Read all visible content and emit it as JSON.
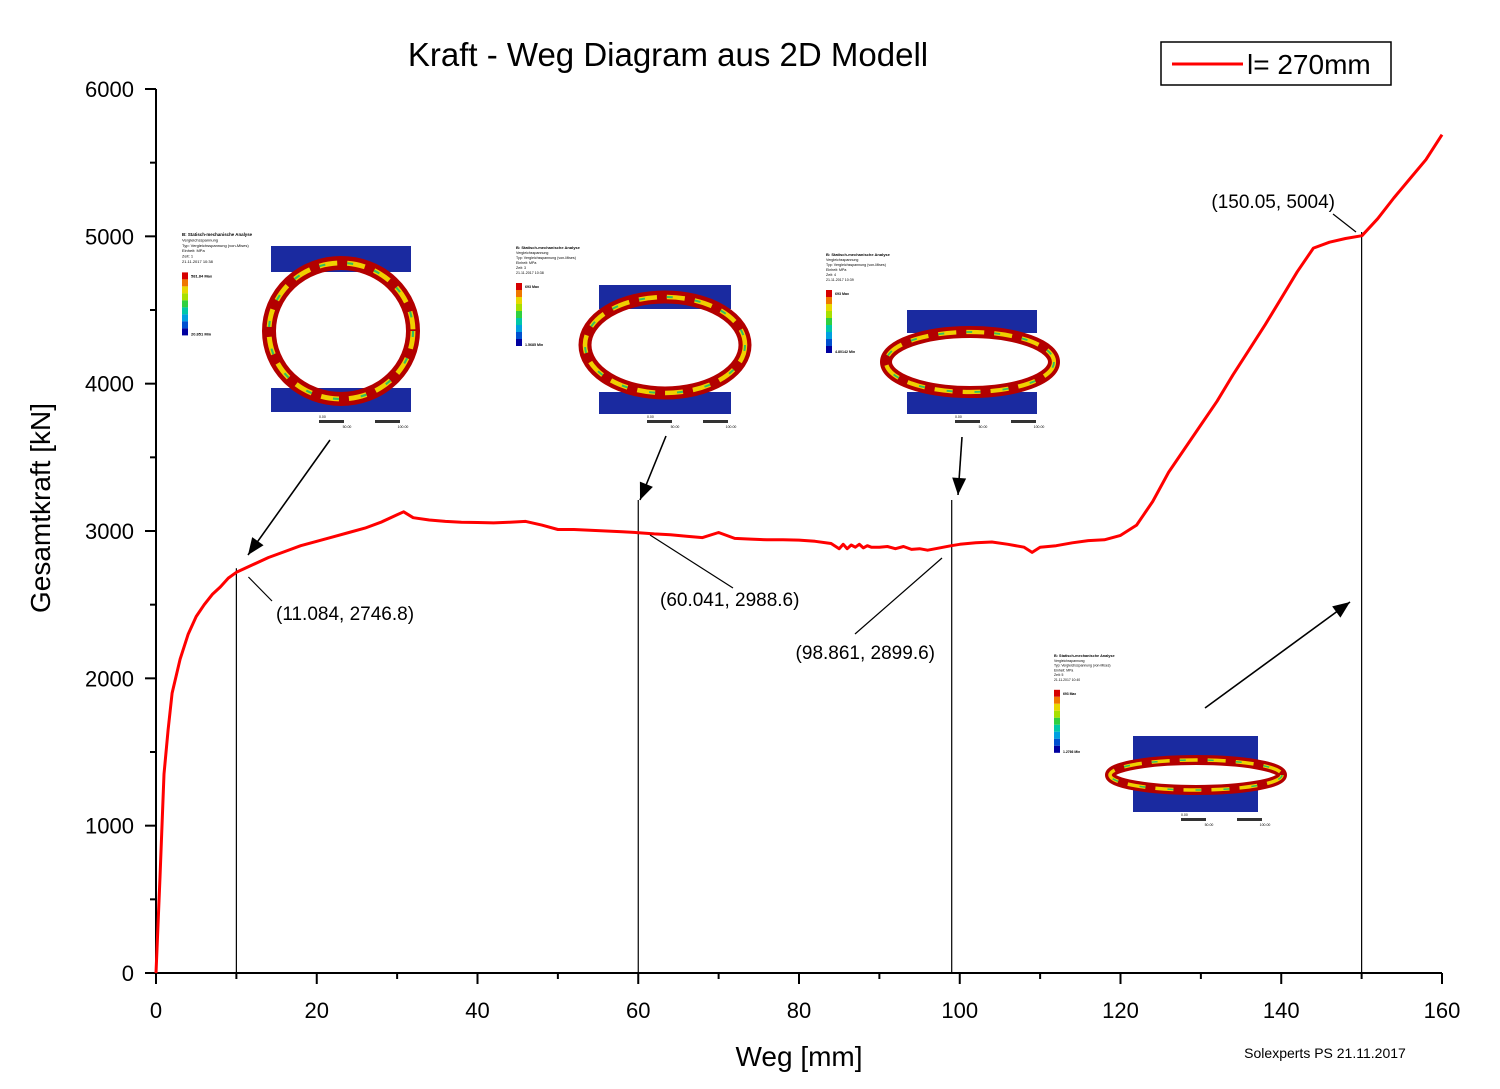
{
  "chart_data": {
    "type": "line",
    "title": "Kraft - Weg Diagram aus 2D Modell",
    "xlabel": "Weg [mm]",
    "ylabel": "Gesamtkraft [kN]",
    "xlim": [
      0,
      160
    ],
    "ylim": [
      0,
      6000
    ],
    "xticks": [
      0,
      20,
      40,
      60,
      80,
      100,
      120,
      140,
      160
    ],
    "yticks": [
      0,
      1000,
      2000,
      3000,
      4000,
      5000,
      6000
    ],
    "grid": false,
    "legend_position": "top-right",
    "series": [
      {
        "name": "l= 270mm",
        "color": "#ff0000",
        "x": [
          0,
          0.5,
          1,
          1.5,
          2,
          3,
          4,
          5,
          6,
          7,
          8,
          9,
          10,
          11.084,
          12,
          14,
          16,
          18,
          20,
          22,
          24,
          26,
          28,
          30,
          30.8,
          32,
          34,
          36,
          38,
          40,
          42,
          44,
          46,
          48,
          50,
          52,
          54,
          56,
          58,
          60.041,
          62,
          64,
          66,
          68,
          70,
          72,
          74,
          76,
          78,
          80,
          82,
          84,
          85,
          85.5,
          86,
          86.5,
          87,
          87.5,
          88,
          88.5,
          89,
          90,
          91,
          92,
          93,
          94,
          95,
          96,
          97,
          98.861,
          100,
          102,
          104,
          106,
          108,
          109,
          110,
          112,
          114,
          116,
          118,
          120,
          122,
          124,
          126,
          128,
          130,
          132,
          134,
          136,
          138,
          140,
          142,
          144,
          146,
          148,
          150.05,
          152,
          154,
          156,
          158,
          160
        ],
        "y": [
          0,
          650,
          1350,
          1650,
          1900,
          2130,
          2300,
          2420,
          2500,
          2570,
          2620,
          2680,
          2720,
          2746.8,
          2770,
          2820,
          2860,
          2900,
          2930,
          2960,
          2990,
          3020,
          3060,
          3110,
          3130,
          3090,
          3075,
          3065,
          3060,
          3058,
          3055,
          3060,
          3065,
          3040,
          3010,
          3010,
          3005,
          3000,
          2995,
          2988.6,
          2980,
          2975,
          2965,
          2955,
          2990,
          2950,
          2945,
          2940,
          2940,
          2938,
          2930,
          2915,
          2880,
          2910,
          2880,
          2905,
          2890,
          2910,
          2885,
          2900,
          2890,
          2890,
          2895,
          2880,
          2895,
          2875,
          2880,
          2870,
          2880,
          2899.6,
          2910,
          2920,
          2925,
          2910,
          2890,
          2855,
          2890,
          2900,
          2920,
          2935,
          2940,
          2970,
          3040,
          3200,
          3400,
          3560,
          3720,
          3880,
          4060,
          4230,
          4400,
          4580,
          4760,
          4920,
          4960,
          4985,
          5004,
          5120,
          5260,
          5390,
          5520,
          5690
        ]
      }
    ],
    "annotations": [
      {
        "label": "(11.084, 2746.8)",
        "x": 11.084,
        "y": 2746.8
      },
      {
        "label": "(60.041, 2988.6)",
        "x": 60.041,
        "y": 2988.6
      },
      {
        "label": "(98.861, 2899.6)",
        "x": 98.861,
        "y": 2899.6
      },
      {
        "label": "(150.05, 5004)",
        "x": 150.05,
        "y": 5004
      }
    ],
    "insets": [
      {
        "heading": "B: Statisch-mechanische Analyse",
        "lines": [
          "Vergleichsspannung",
          "Typ: Vergleichsspannung (von-Mises)",
          "Einheit: MPa",
          "Zeit: 1",
          "21.11.2017 10:38"
        ],
        "max": "581.84 Max",
        "min": "20.851 Min",
        "scale": [
          "0.00",
          "50.00",
          "100.00"
        ]
      },
      {
        "heading": "B: Statisch-mechanische Analyse",
        "lines": [
          "Vergleichsspannung",
          "Typ: Vergleichsspannung (von-Mises)",
          "Einheit: MPa",
          "Zeit: 3",
          "21.11.2017 10:38"
        ],
        "max": "693 Max",
        "min": "1.5685 Min",
        "scale": [
          "0.00",
          "50.00",
          "100.00"
        ]
      },
      {
        "heading": "B: Statisch-mechanische Analyse",
        "lines": [
          "Vergleichsspannung",
          "Typ: Vergleichsspannung (von-Mises)",
          "Einheit: MPa",
          "Zeit: 4",
          "21.11.2017 10:39"
        ],
        "max": "693 Max",
        "min": "4.80142 Min",
        "scale": [
          "0.00",
          "50.00",
          "100.00"
        ]
      },
      {
        "heading": "B: Statisch-mechanische Analyse",
        "lines": [
          "Vergleichsspannung",
          "Typ: Vergleichsspannung (von-Mises)",
          "Einheit: MPa",
          "Zeit: 5",
          "21.11.2017 10:40"
        ],
        "max": "693 Max",
        "min": "1.2766 Min",
        "scale": [
          "0.00",
          "50.00",
          "100.00"
        ]
      }
    ],
    "footnote": "Solexperts PS 21.11.2017"
  }
}
